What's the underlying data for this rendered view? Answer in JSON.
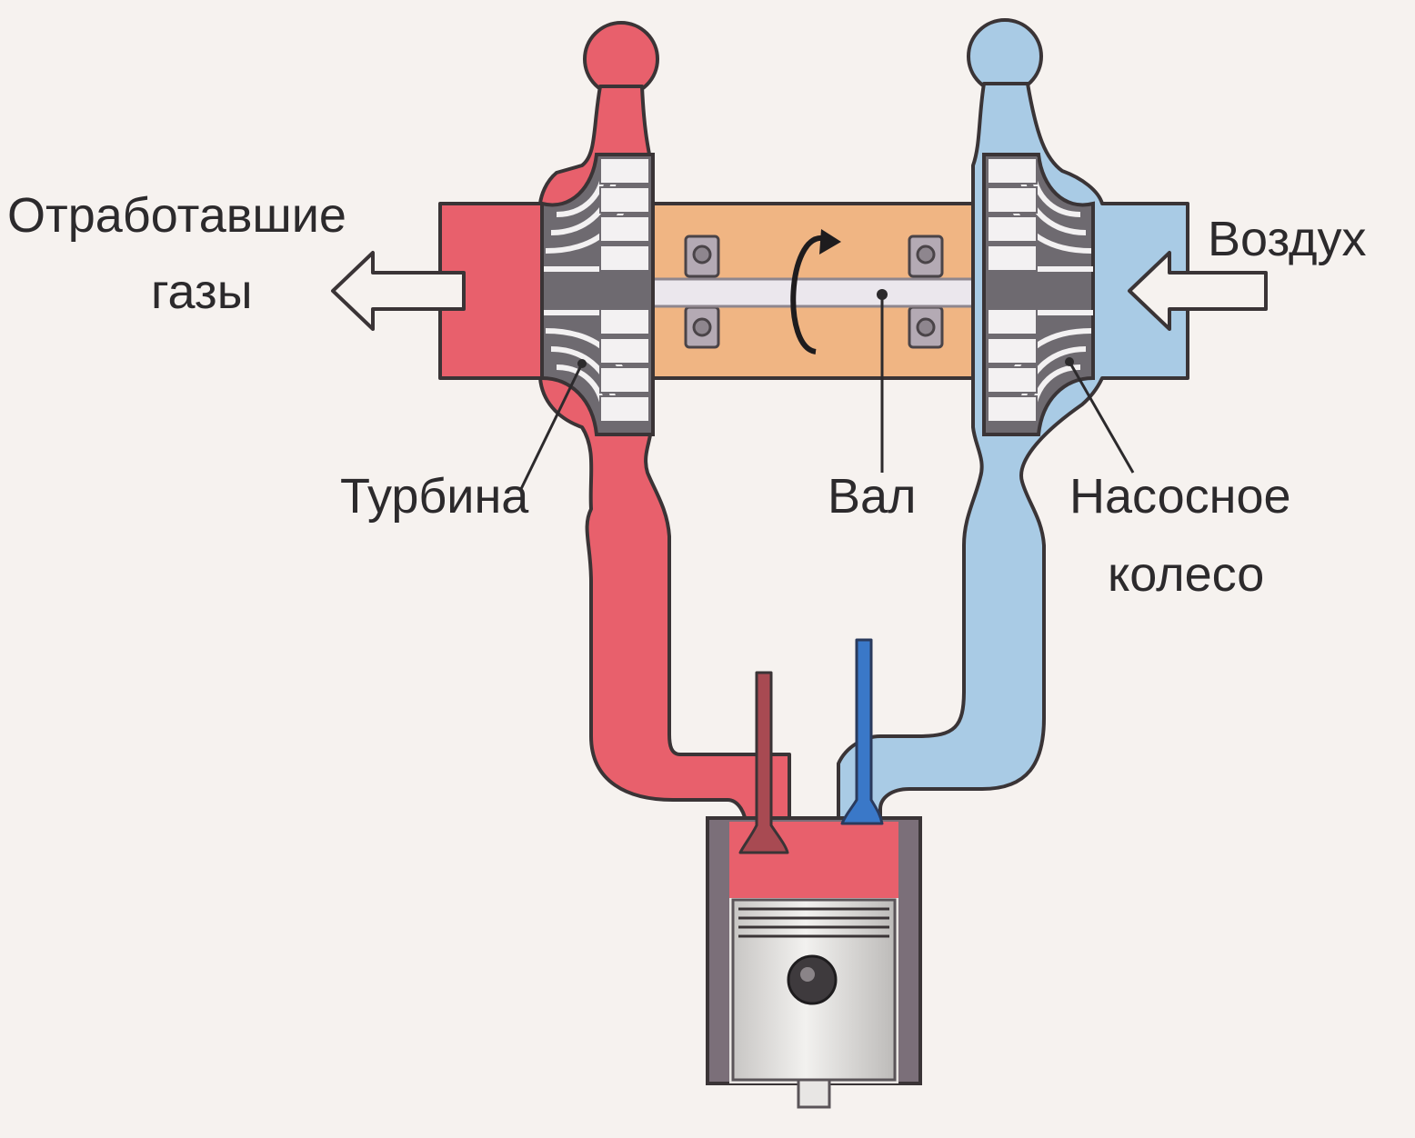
{
  "labels": {
    "exhaust_line1": "Отработавшие",
    "exhaust_line2": "газы",
    "air": "Воздух",
    "turbine": "Турбина",
    "shaft": "Вал",
    "impeller_line1": "Насосное",
    "impeller_line2": "колесо"
  },
  "colors": {
    "exhaust": "#e8606c",
    "intake": "#a9cbe5",
    "housing": "#f0b583",
    "exhaust_valve": "#a84a52",
    "intake_valve": "#3a78c8",
    "outline": "#3a3436",
    "background": "#f6f2ef"
  },
  "icons": {
    "rotation": "rotation-arrow-icon",
    "exhaust_arrow": "left-arrow-icon",
    "air_arrow": "left-arrow-icon"
  }
}
